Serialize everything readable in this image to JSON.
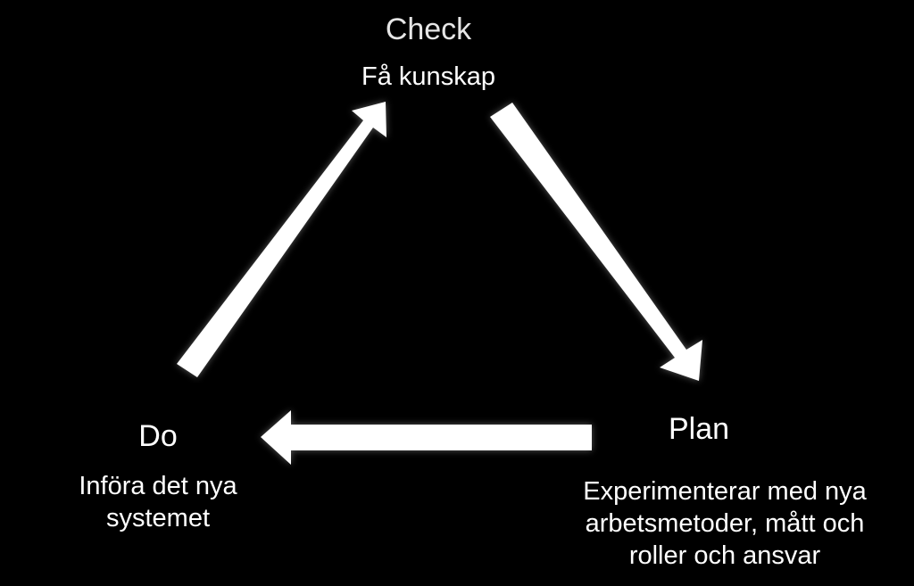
{
  "diagram": {
    "type": "cycle",
    "colors": {
      "background": "#000000",
      "arrow": "#ffffff",
      "text": "#ffffff"
    },
    "nodes": {
      "check": {
        "title": "Check",
        "desc": "Få kunskap"
      },
      "plan": {
        "title": "Plan",
        "desc_lines": [
          "Experimenterar med nya",
          "arbetsmetoder, mått och",
          "roller och ansvar"
        ]
      },
      "do": {
        "title": "Do",
        "desc_lines": [
          "Införa det nya",
          "systemet"
        ]
      }
    },
    "arrows": [
      {
        "from": "check",
        "to": "plan",
        "icon": "arrow-icon"
      },
      {
        "from": "plan",
        "to": "do",
        "icon": "arrow-icon"
      },
      {
        "from": "do",
        "to": "check",
        "icon": "arrow-icon"
      }
    ]
  }
}
